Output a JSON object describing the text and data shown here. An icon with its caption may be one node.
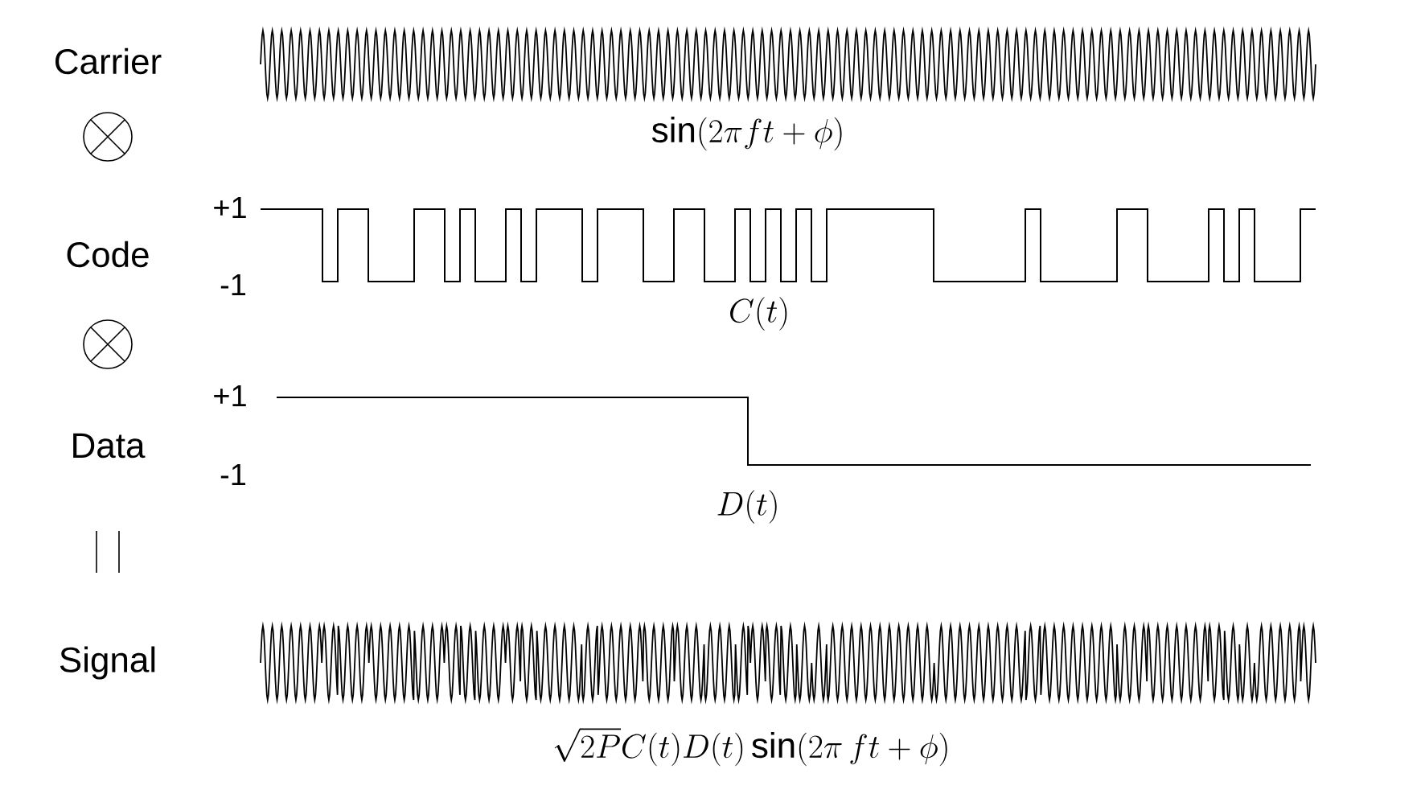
{
  "diagram": {
    "labels": [
      "Carrier",
      "\\sin(2\\pi ft+\\phi)",
      "+1",
      "Code",
      "-1",
      "C(t)",
      "+1",
      "Data",
      "-1",
      "D(t)",
      "Signal",
      "\\sqrt{2P}C(t)D(t)\\sin(2\\pi\\, ft+\\phi)"
    ]
  }
}
